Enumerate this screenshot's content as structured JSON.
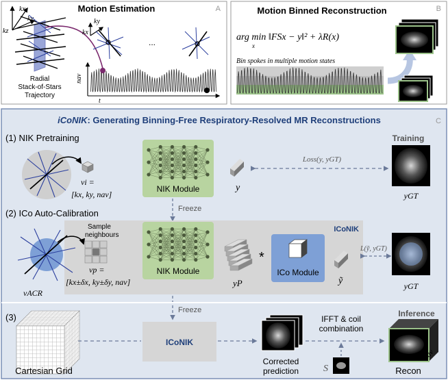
{
  "panelA": {
    "title": "Motion Estimation",
    "letter": "A",
    "axis_kx": "kx",
    "axis_ky": "ky",
    "axis_kz": "kz",
    "traj_line1": "Radial",
    "traj_line2": "Stack-of-Stars",
    "traj_line3": "Trajectory",
    "ellipsis": "...",
    "nav_label": "nav",
    "t_label": "t"
  },
  "panelB": {
    "title": "Motion Binned Reconstruction",
    "letter": "B",
    "formula": "arg min ‖FSx − y‖² + λR(x)",
    "formula_sub": "x",
    "bin_caption": "Bin spokes in multiple motion states"
  },
  "panelC": {
    "title_em": "iCoNIK",
    "title_rest": ": Generating Binning-Free Respiratory-Resolved MR Reconstructions",
    "letter": "C",
    "step1": "(1) NIK Pretraining",
    "step2": "(2) ICo Auto-Calibration",
    "step3": "(3)",
    "training": "Training",
    "inference": "Inference",
    "vi_line1": "vi =",
    "vi_line2": "[kx, ky, nav]",
    "vp_line1": "vp =",
    "vp_line2": "[kx±δx, ky±δy, nav]",
    "sample_line1": "Sample",
    "sample_line2": "neighbours",
    "vacr": "vACR",
    "nik_module_1": "NIK Module",
    "nik_module_2": "NIK Module",
    "ico_module": "ICo Module",
    "iconik_tag": "ICoNIK",
    "iconik_box": "ICoNIK",
    "freeze_1": "Freeze",
    "freeze_2": "Freeze",
    "y": "y",
    "yp": "yP",
    "ytilde": "ỹ",
    "ygt_1": "yGT",
    "ygt_2": "yGT",
    "loss1": "Loss(y, yGT)",
    "loss2": "L(ỹ, yGT)",
    "star": "*",
    "cartesian": "Cartesian Grid",
    "corrected_line1": "Corrected",
    "corrected_line2": "prediction",
    "ifft_line1": "IFFT & coil",
    "ifft_line2": "combination",
    "s_label": "S",
    "recon": "Recon",
    "nav": "nav"
  },
  "colors": {
    "title_blue": "#1f3f7a",
    "panel_c_bg": "#dfe6f0",
    "panel_c_border": "#7a8fb5",
    "nik_green": "#b8d4a0",
    "ico_blue": "#7ea0d6",
    "gray_box": "#d6d6d6",
    "purple": "#7b2a6e",
    "dashed": "#6b7a99"
  }
}
